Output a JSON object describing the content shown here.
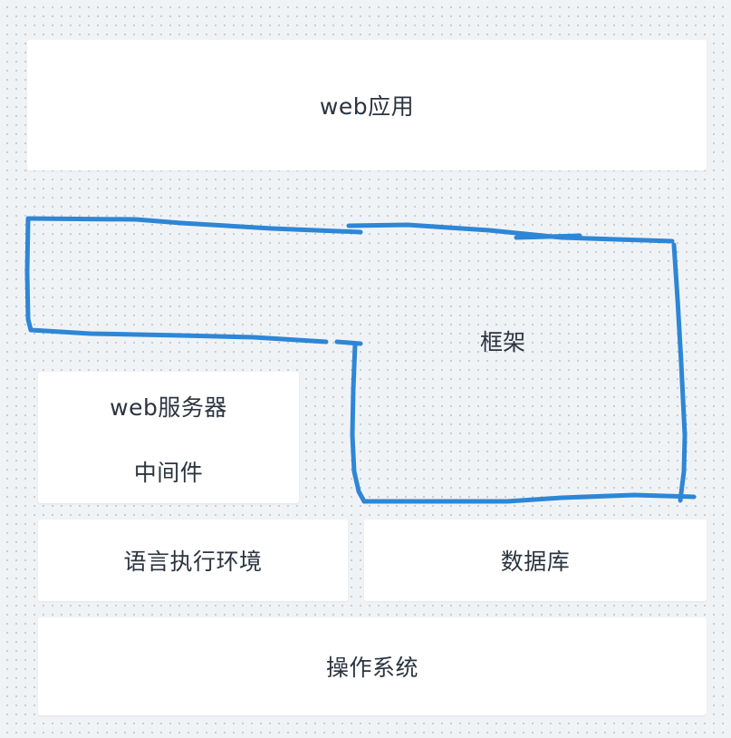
{
  "layers": {
    "web_app": "web应用",
    "framework": "框架",
    "web_server": "web服务器",
    "middleware": "中间件",
    "language_runtime": "语言执行环境",
    "database": "数据库",
    "operating_system": "操作系统"
  },
  "colors": {
    "background": "#f0f3f6",
    "box": "#ffffff",
    "text": "#2b3440",
    "framework_outline": "#2e86d6"
  }
}
